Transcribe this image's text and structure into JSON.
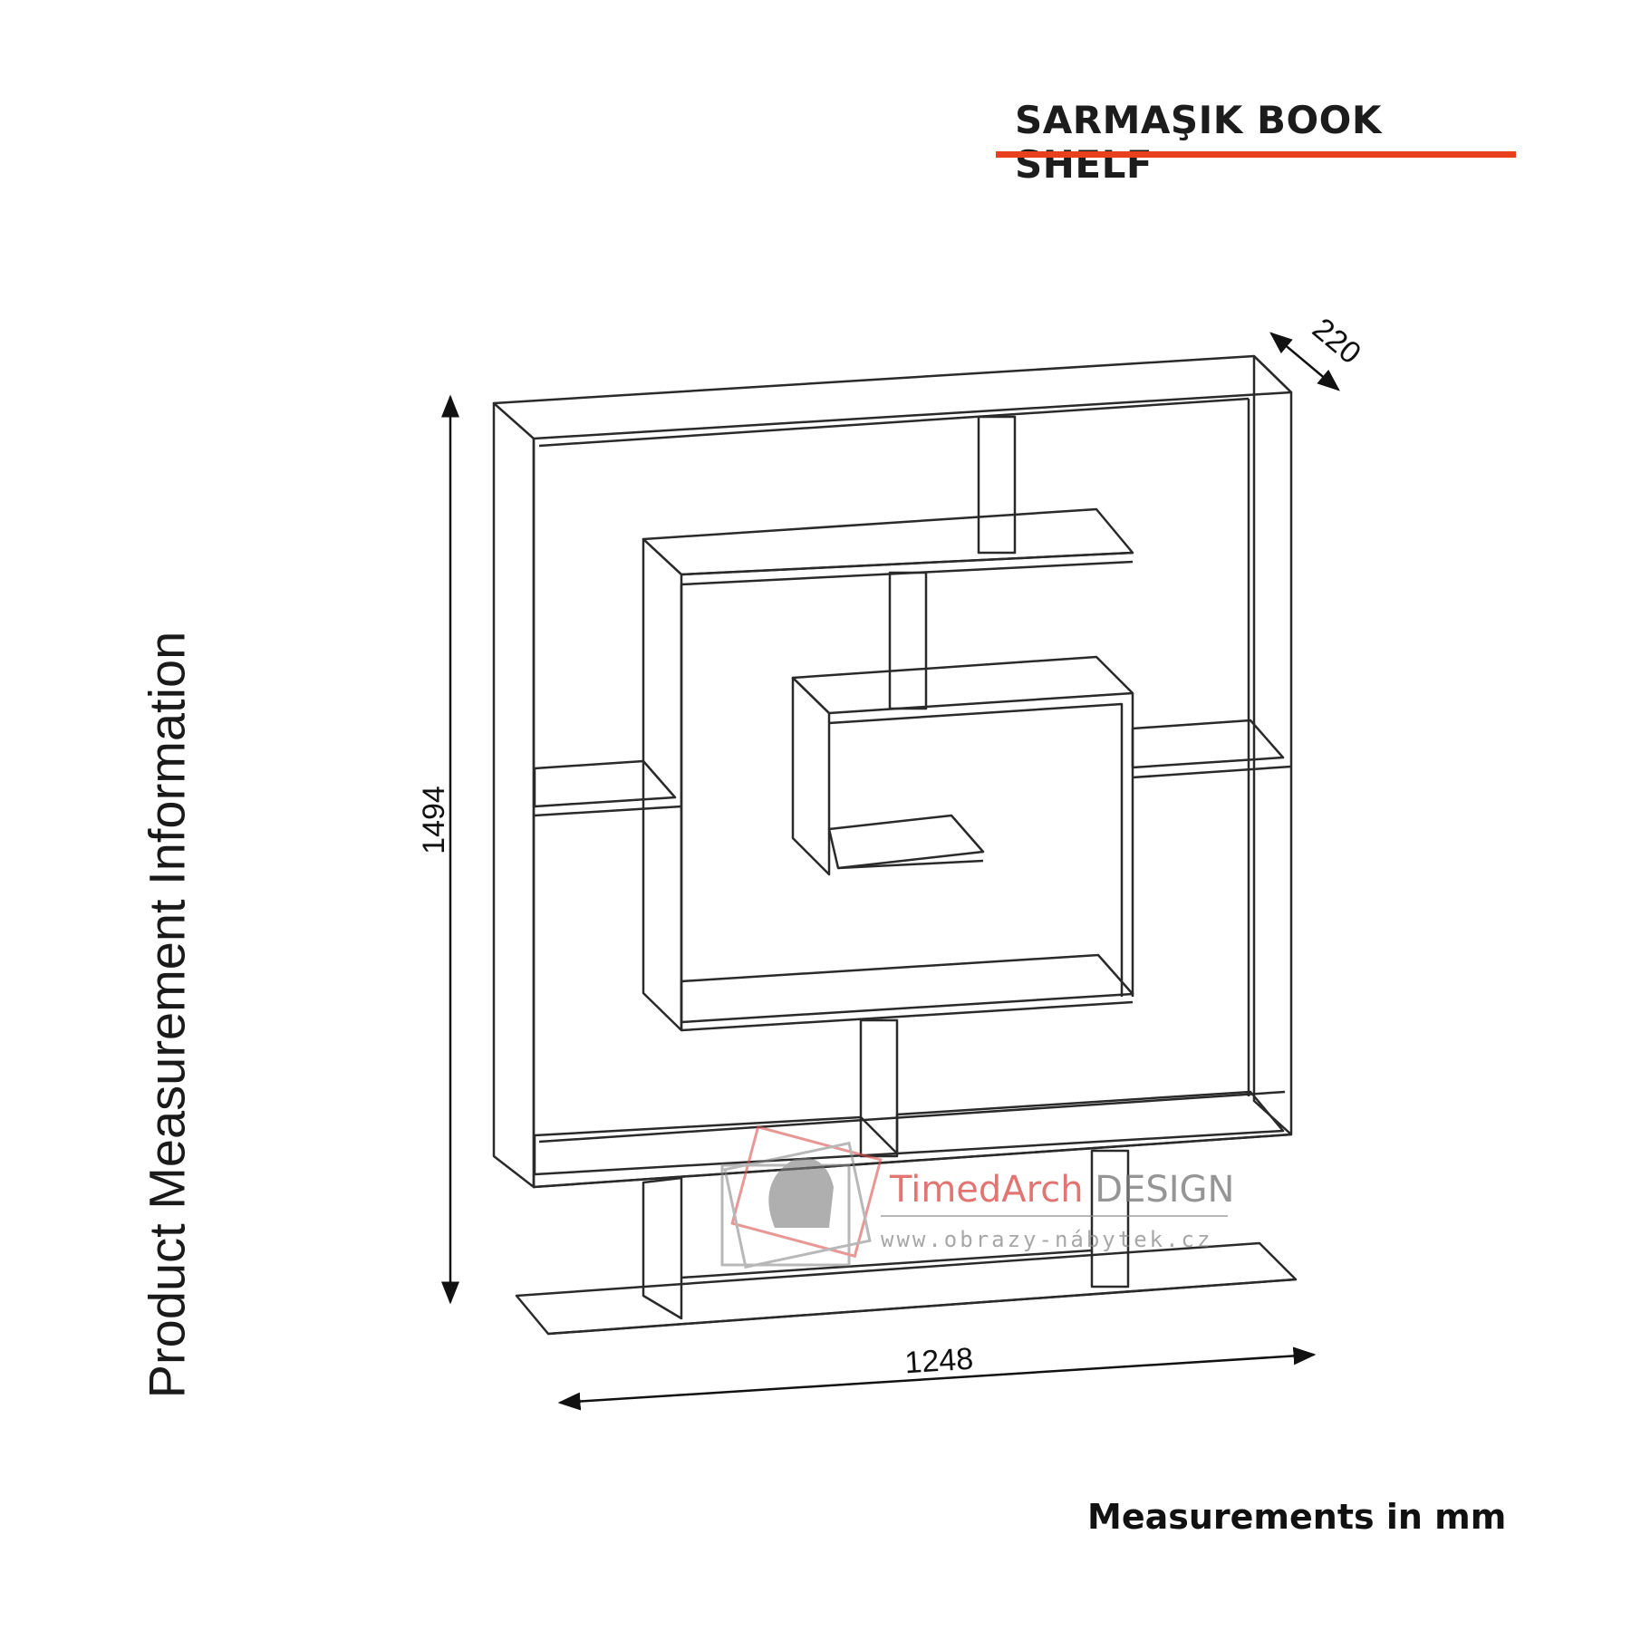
{
  "title": "SARMAŞIK BOOK SHELF",
  "side_label": "Product Measurement Information",
  "units_note": "Measurements in mm",
  "colors": {
    "accent": "#e8401c",
    "line": "#2a2a2a",
    "watermark_red": "#d9534f",
    "watermark_gray": "#7b7b7b"
  },
  "dimensions": {
    "height": "1494",
    "width": "1248",
    "depth": "220"
  },
  "watermark": {
    "brand_part1": "TimedArch",
    "brand_part2": "DESIGN",
    "url": "www.obrazy-nábytek.cz"
  }
}
